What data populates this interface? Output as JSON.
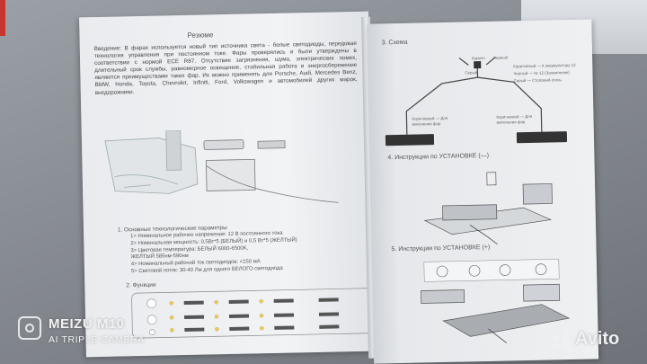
{
  "left_page": {
    "title": "Резюме",
    "intro": "Введение: В фарах используется новый тип источника света - белые светодиоды, передовая технология управления при постоянном токе. Фары проверялись и были утверждены в соответствии с нормой ECE R87. Отсутствие загрязнения, шума, электрических помех, длительный срок службы, равномерное освещение, стабильная работа и энергосбережение являются преимуществами таких фар. Их можно применять для Porsche, Audi, Mercedes Benz, BMW, Honda, Toyota, Chevrolet, Infiniti, Ford, Volkswagen и автомобилей других марок, внедорожники.",
    "params_title": "1. Основные технологические параметры",
    "params": [
      "1> Номинальное рабочее напряжение: 12 В постоянного тока",
      "2> Номинальная мощность: 0,5Вт*5 (БЕЛЫЙ) и 0,5 Вт*5 (ЖЕЛТЫЙ)",
      "3> Цветовая температура: БЕЛЫЙ 6000-6500K,",
      "   ЖЕЛТЫЙ 585нм-590нм",
      "4> Номинальный рабочий ток светодиодов: <150 мА",
      "5> Световой поток: 30-40 Лм для одного БЕЛОГО светодиода"
    ],
    "functions_title": "2. Функции"
  },
  "right_page": {
    "scheme_title": "3. Схема",
    "install_off_title": "4. Инструкции по УСТАНОВКЕ (—)",
    "install_on_title": "5. Инструкции по УСТАНОВКЕ (+)",
    "wire_labels": {
      "brown_left": "Коричневый — Для",
      "brown_left2": "включения фар",
      "brown_right": "Коричневый — Для",
      "brown_right2": "включения фар",
      "top_a": "Коричн",
      "top_b": "Черный",
      "top_c": "Серый",
      "legend_1": "Коричневый — К аккумулятору 12",
      "legend_2": "Черный — № 12 (Заземление)",
      "legend_3": "Серый — Стоповый огонь"
    }
  },
  "watermark": {
    "brand": "MEIZU M10",
    "sub": "AI TRIPLE CAMERA",
    "avito": "Avito"
  }
}
